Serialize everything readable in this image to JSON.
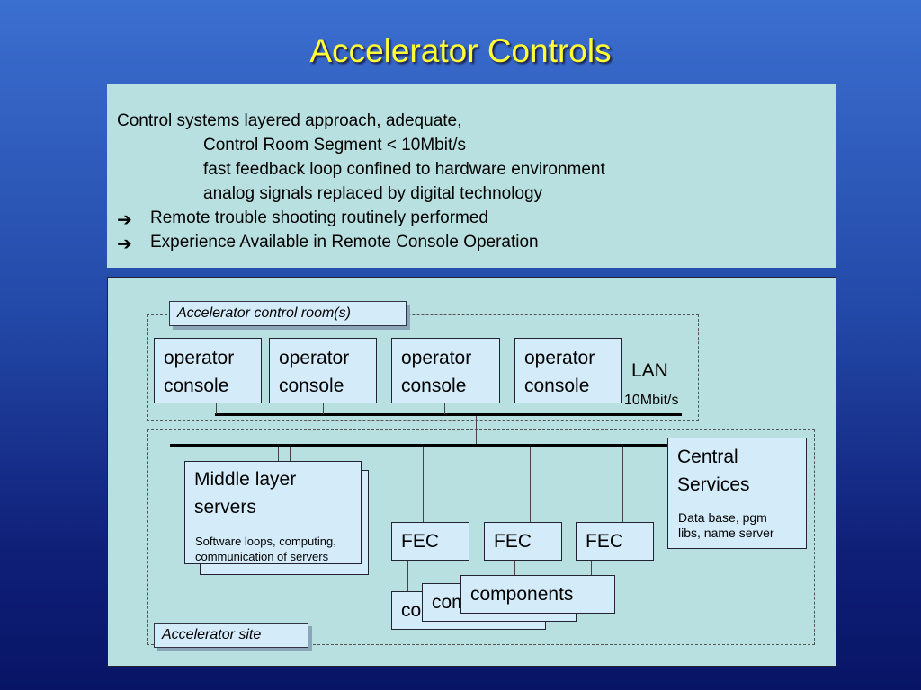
{
  "title": "Accelerator Controls",
  "bullets": {
    "intro": "Control systems layered approach, adequate,",
    "sub": [
      "Control Room Segment < 10Mbit/s",
      "fast feedback loop confined to hardware environment",
      "analog signals replaced by digital technology"
    ],
    "arrow_symbol": "➔",
    "arrows": [
      "Remote trouble shooting routinely performed",
      "Experience Available in Remote Console Operation"
    ]
  },
  "diagram": {
    "control_room_label": "Accelerator control room(s)",
    "site_label": "Accelerator site",
    "console_line1": "operator",
    "console_line2": "console",
    "lan_label": "LAN",
    "lan_speed": "10Mbit/s",
    "central_title_1": "Central",
    "central_title_2": "Services",
    "central_desc_1": "Data base, pgm",
    "central_desc_2": "libs, name server",
    "middle_title_1": "Middle layer",
    "middle_title_2": "servers",
    "middle_desc_1": "Software loops, computing,",
    "middle_desc_2": "communication of servers",
    "fec_label": "FEC",
    "components_label": "components"
  }
}
